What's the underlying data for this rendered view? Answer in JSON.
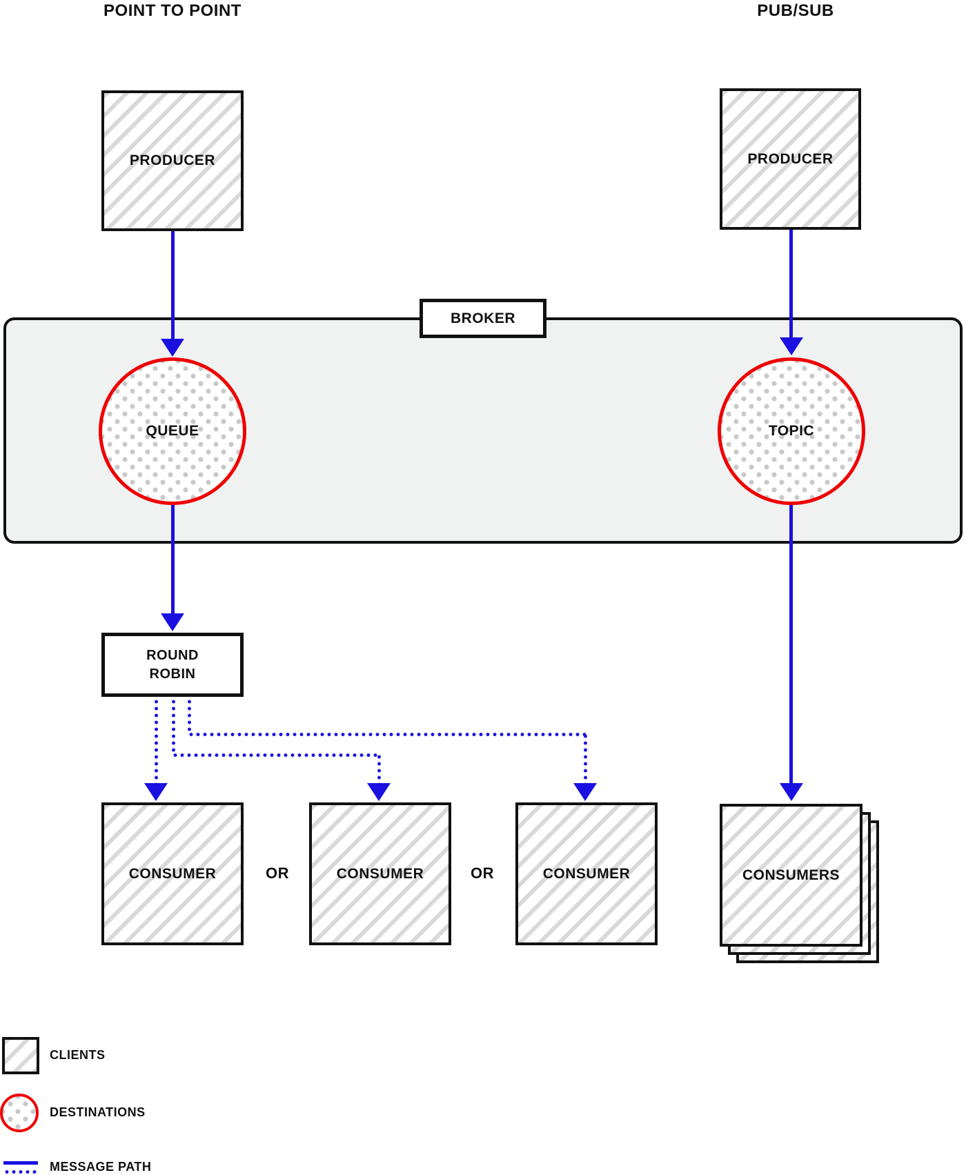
{
  "diagram": {
    "left_section_title": "POINT TO POINT",
    "right_section_title": "PUB/SUB",
    "broker_label": "BROKER",
    "point_to_point": {
      "producer_label": "PRODUCER",
      "queue_label": "QUEUE",
      "round_robin_line1": "ROUND",
      "round_robin_line2": "ROBIN",
      "consumers": [
        {
          "label": "CONSUMER"
        },
        {
          "label": "CONSUMER"
        },
        {
          "label": "CONSUMER"
        }
      ],
      "or_separators": [
        {
          "label": "OR"
        },
        {
          "label": "OR"
        }
      ]
    },
    "pub_sub": {
      "producer_label": "PRODUCER",
      "topic_label": "TOPIC",
      "consumers_label": "CONSUMERS"
    },
    "legend": {
      "clients_label": "CLIENTS",
      "destinations_label": "DESTINATIONS",
      "message_path_label": "MESSAGE PATH"
    },
    "colors": {
      "message_path_blue": "#1a10e0",
      "destination_red": "#ee0000",
      "broker_band_fill": "#f0f1f1",
      "outline_black": "#111111",
      "hatch_stripe_gray": "#d9d9d9",
      "dot_gray": "#c9c9c9"
    }
  }
}
